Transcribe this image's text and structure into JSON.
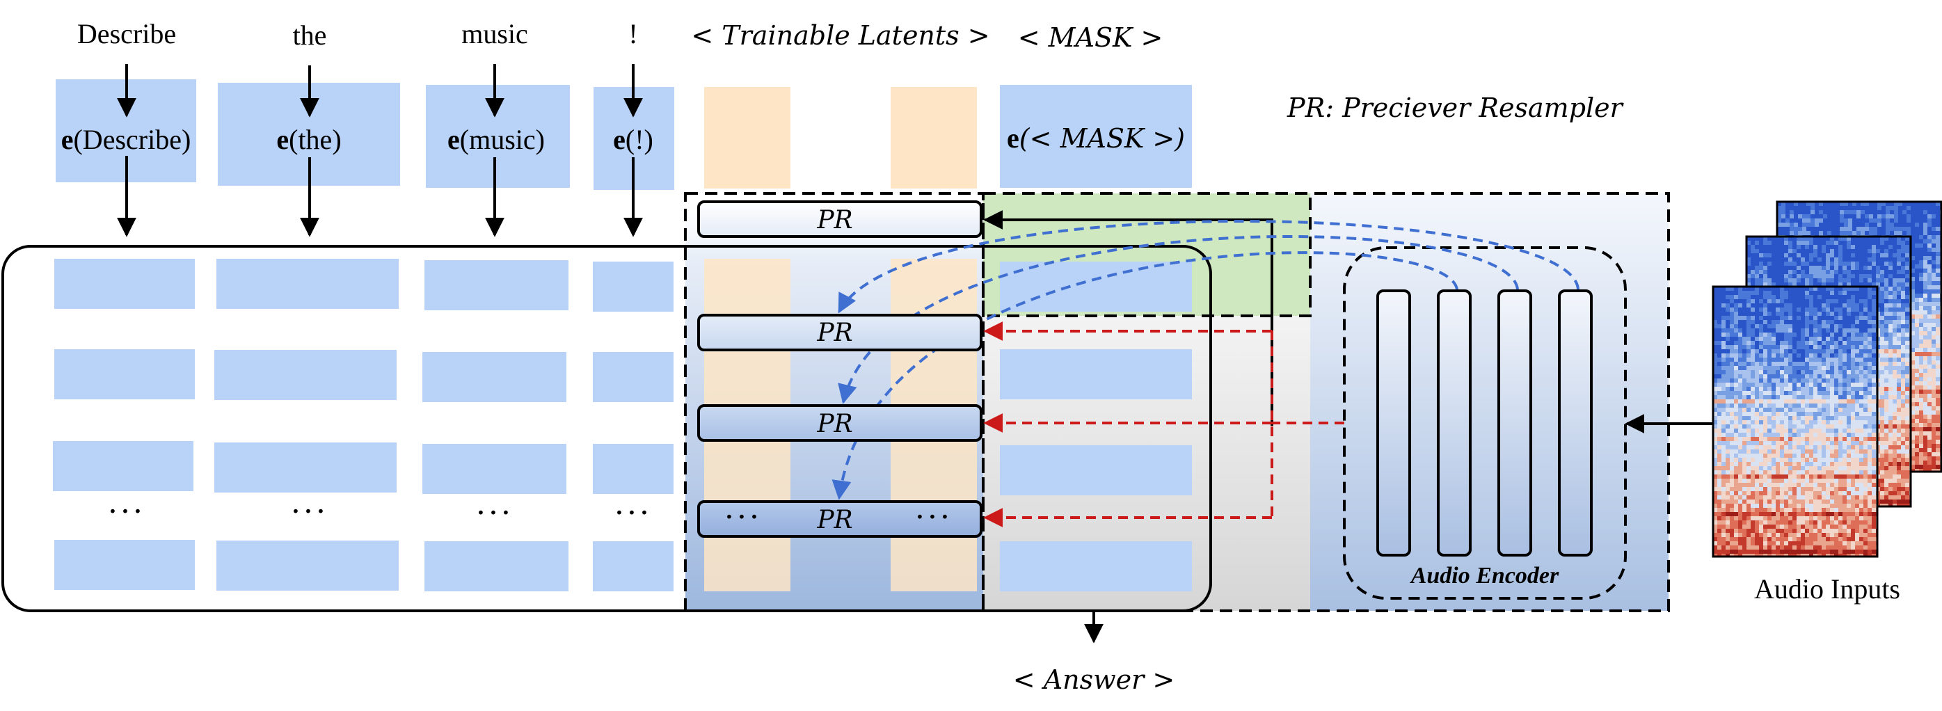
{
  "title_tokens": {
    "words": [
      "Describe",
      "the",
      "music",
      "!"
    ],
    "trainable": "< Trainable Latents >",
    "mask": "< MASK >"
  },
  "embeddings": {
    "prefix": "e",
    "items": [
      "(Describe)",
      "(the)",
      "(music)",
      "(!)",
      "(< MASK >)"
    ]
  },
  "legend": {
    "pr_abbr": "PR",
    "pr_full": ": Preciever Resampler"
  },
  "resampler_label": "PR",
  "ellipsis": "···",
  "audio_encoder_label": "Audio Encoder",
  "audio_inputs_label": "Audio Inputs",
  "answer_label": "< Answer >",
  "colors": {
    "token_blue": "#b8d3f7",
    "latent_peach": "#fde5c5",
    "pr_blue": "#3f6fd1",
    "pr_red": "#cc1a1a",
    "green_highlight": "#cfe8bf",
    "encoder_panel": "#dbe4f2"
  }
}
